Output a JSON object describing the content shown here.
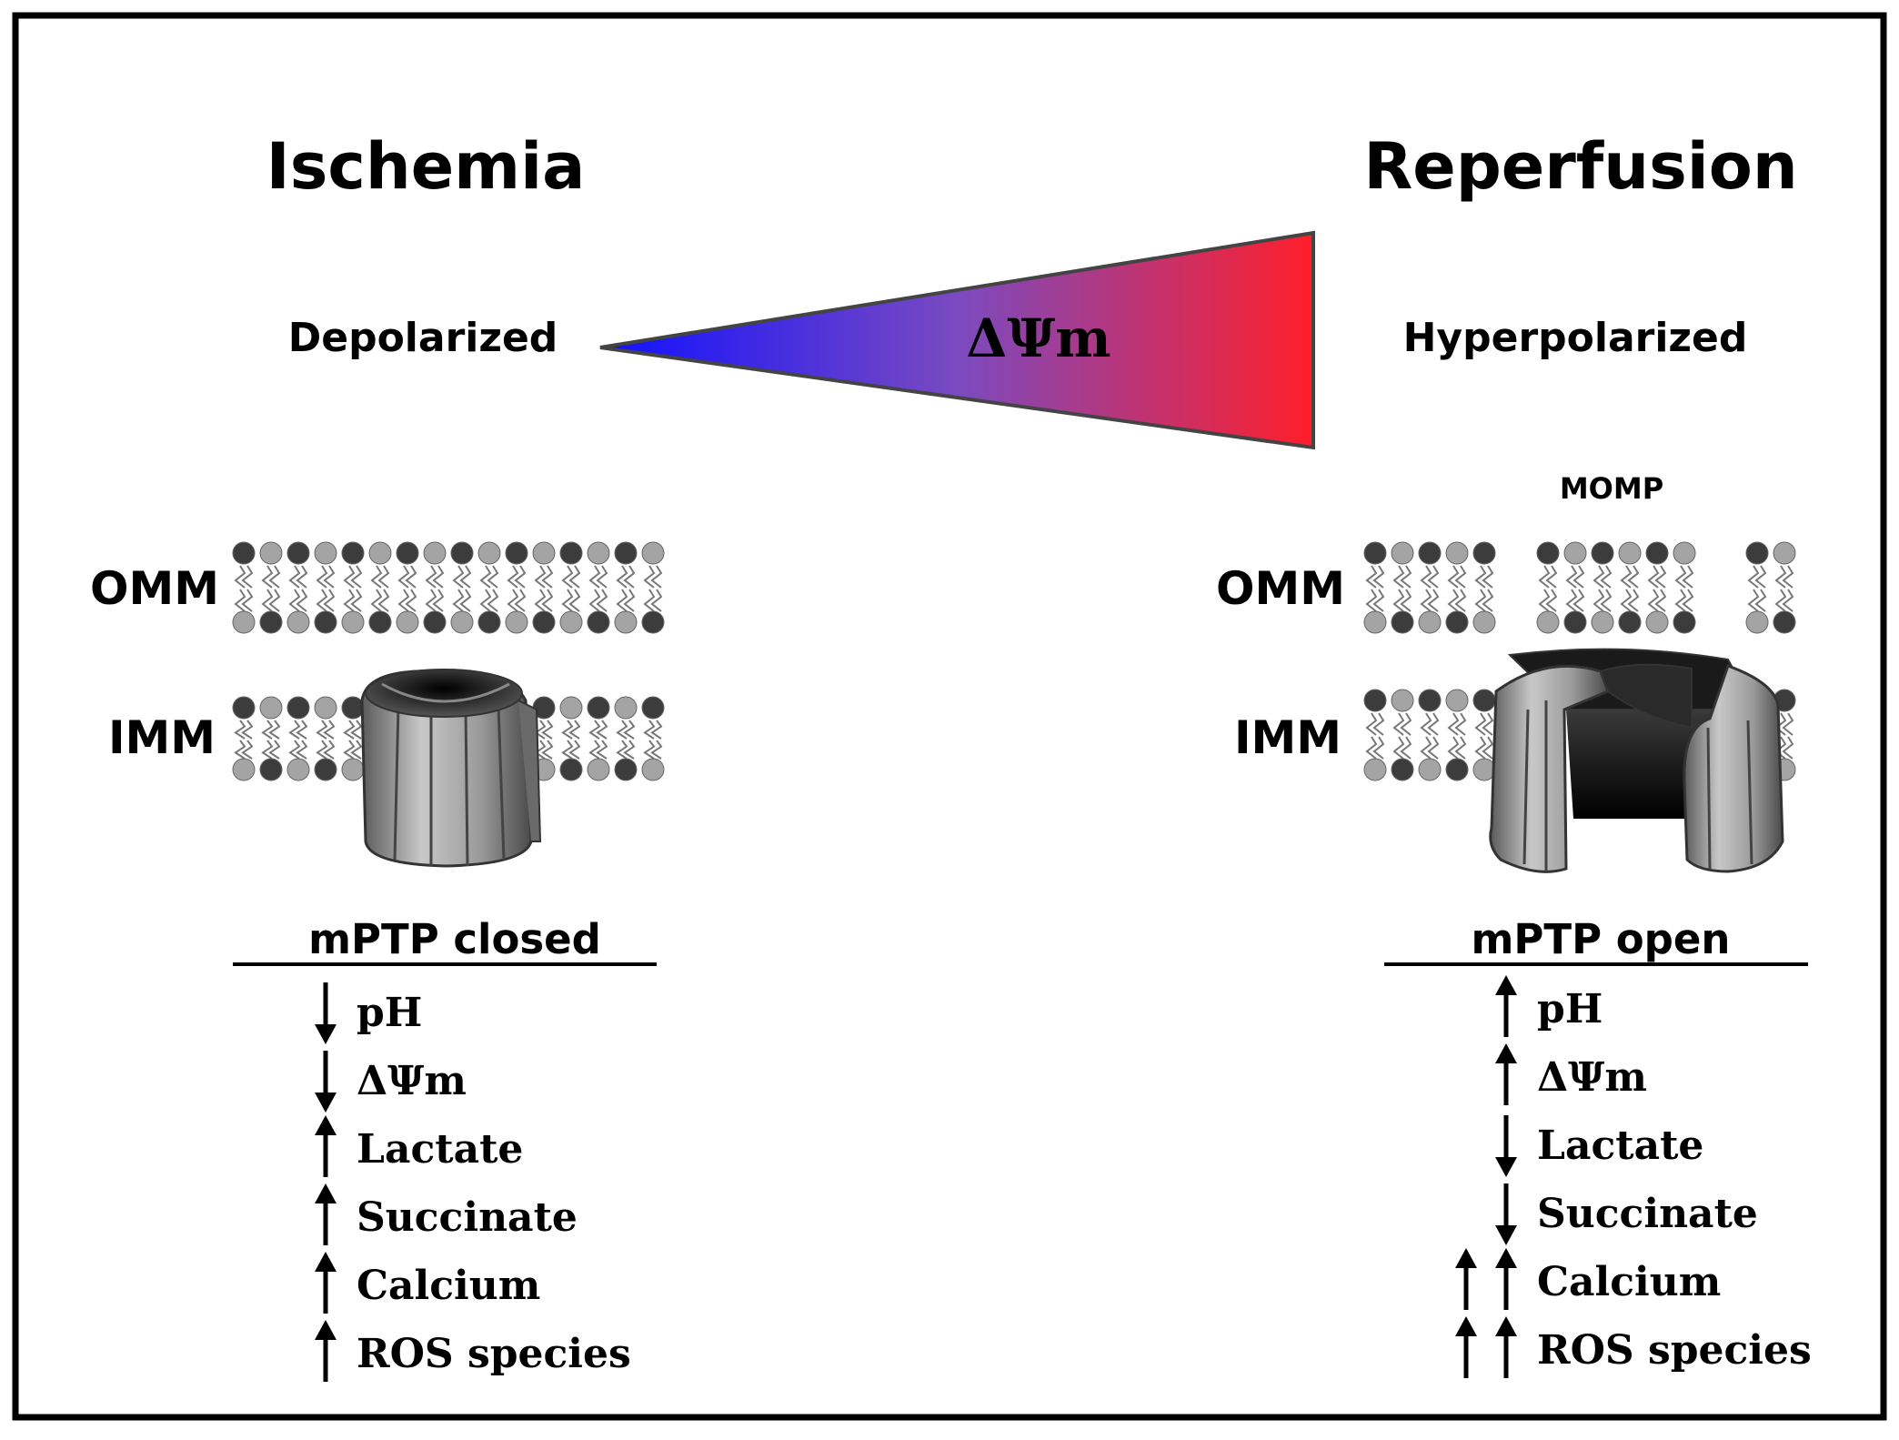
{
  "panels": {
    "left": {
      "title": "Ischemia",
      "polarization": "Depolarized",
      "outer_membrane": "OMM",
      "inner_membrane": "IMM",
      "pore_state": "mPTP closed",
      "factors": [
        {
          "arrow": "down",
          "count": 1,
          "label": "pH"
        },
        {
          "arrow": "down",
          "count": 1,
          "label": "ΔΨm"
        },
        {
          "arrow": "up",
          "count": 1,
          "label": "Lactate"
        },
        {
          "arrow": "up",
          "count": 1,
          "label": "Succinate"
        },
        {
          "arrow": "up",
          "count": 1,
          "label": "Calcium"
        },
        {
          "arrow": "up",
          "count": 1,
          "label": "ROS species"
        }
      ]
    },
    "right": {
      "title": "Reperfusion",
      "polarization": "Hyperpolarized",
      "permeabilization": "MOMP",
      "outer_membrane": "OMM",
      "inner_membrane": "IMM",
      "pore_state": "mPTP open",
      "factors": [
        {
          "arrow": "up",
          "count": 1,
          "label": "pH"
        },
        {
          "arrow": "up",
          "count": 1,
          "label": "ΔΨm"
        },
        {
          "arrow": "down",
          "count": 1,
          "label": "Lactate"
        },
        {
          "arrow": "down",
          "count": 1,
          "label": "Succinate"
        },
        {
          "arrow": "up",
          "count": 2,
          "label": "Calcium"
        },
        {
          "arrow": "up",
          "count": 2,
          "label": "ROS species"
        }
      ]
    }
  },
  "gradient": {
    "label": "ΔΨm",
    "color_start": "#1010ff",
    "color_end": "#ff1e2a"
  }
}
